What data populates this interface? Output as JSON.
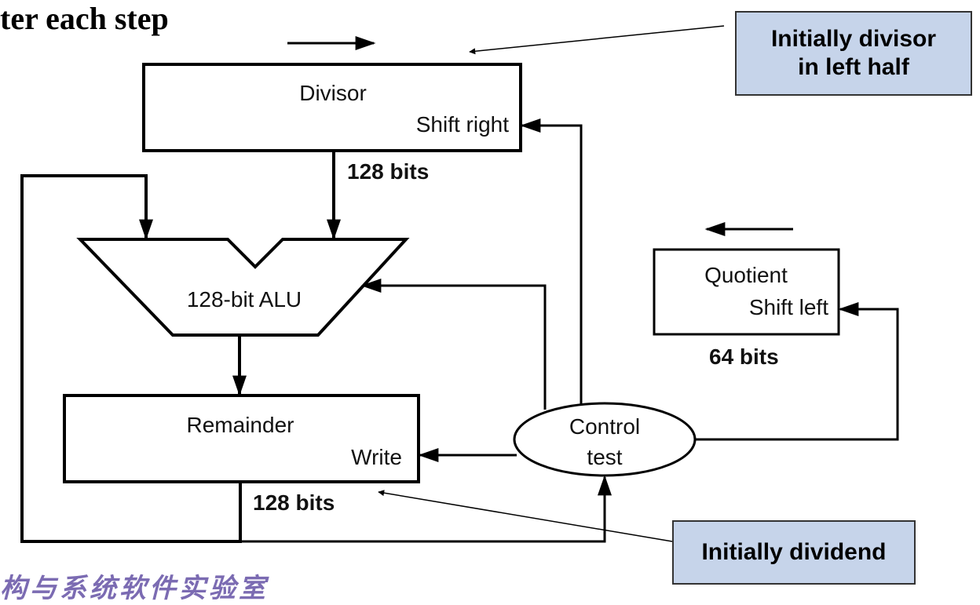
{
  "title": "ter each step",
  "footer": "构与系统软件实验室",
  "notes": {
    "divisor": "Initially divisor\nin left half",
    "dividend": "Initially dividend"
  },
  "divisor": {
    "name": "Divisor",
    "action": "Shift right",
    "width": "128 bits"
  },
  "alu": {
    "name": "128-bit ALU"
  },
  "remainder": {
    "name": "Remainder",
    "action": "Write",
    "width": "128 bits"
  },
  "quotient": {
    "name": "Quotient",
    "action": "Shift left",
    "width": "64 bits"
  },
  "control": {
    "line1": "Control",
    "line2": "test"
  }
}
